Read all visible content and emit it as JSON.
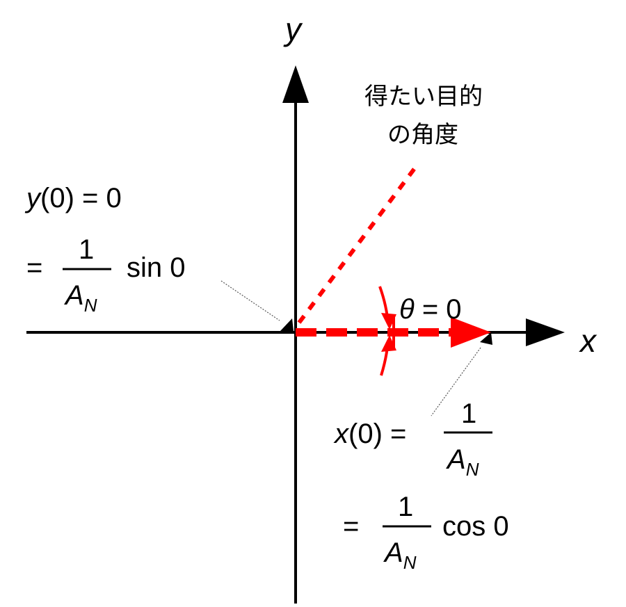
{
  "axes": {
    "x_label": "x",
    "y_label": "y"
  },
  "annotation": {
    "target_angle_line1": "得たい目的",
    "target_angle_line2": "の角度"
  },
  "theta": {
    "symbol": "θ",
    "rest": " = 0"
  },
  "y_eq": {
    "var": "y",
    "lhs_rest": "(0) = 0",
    "equals": "=",
    "numerator": "1",
    "denom_var": "A",
    "denom_sub": "N",
    "func": "sin 0"
  },
  "x_eq": {
    "var": "x",
    "lhs_rest": "(0) =",
    "numerator": "1",
    "denom_var": "A",
    "denom_sub": "N",
    "equals": "=",
    "numerator2": "1",
    "denom2_var": "A",
    "denom2_sub": "N",
    "func": "cos 0"
  },
  "colors": {
    "axis": "#000000",
    "vector": "#ff0000",
    "leader": "#555555"
  }
}
